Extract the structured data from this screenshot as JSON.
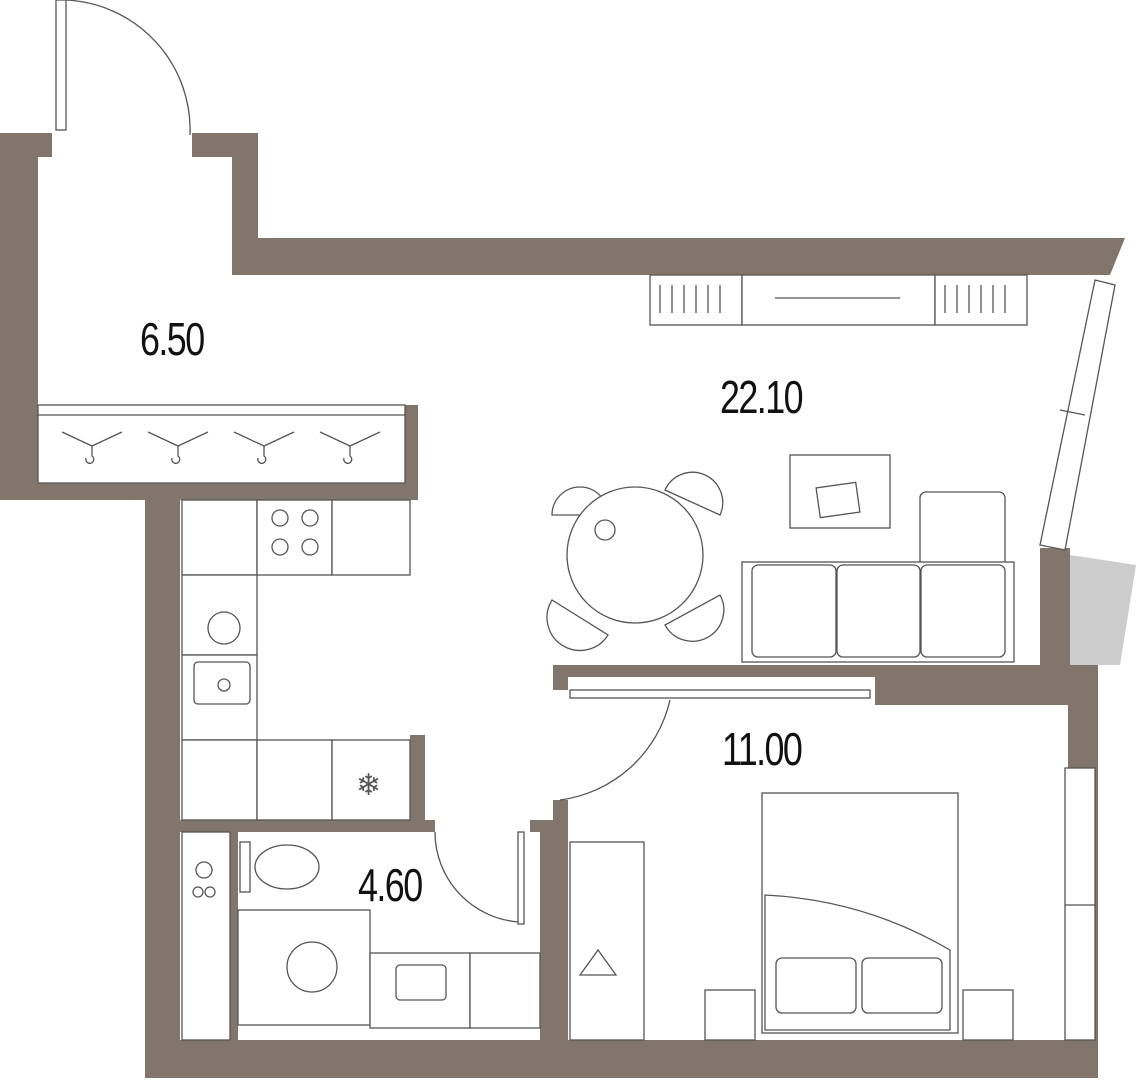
{
  "rooms": [
    {
      "name": "hall",
      "area": "6.50"
    },
    {
      "name": "living-kitchen",
      "area": "22.10"
    },
    {
      "name": "bedroom",
      "area": "11.00"
    },
    {
      "name": "bathroom",
      "area": "4.60"
    }
  ],
  "colors": {
    "wall": "#82766c",
    "balcony": "#cccccc",
    "furniture_stroke": "#555555"
  }
}
